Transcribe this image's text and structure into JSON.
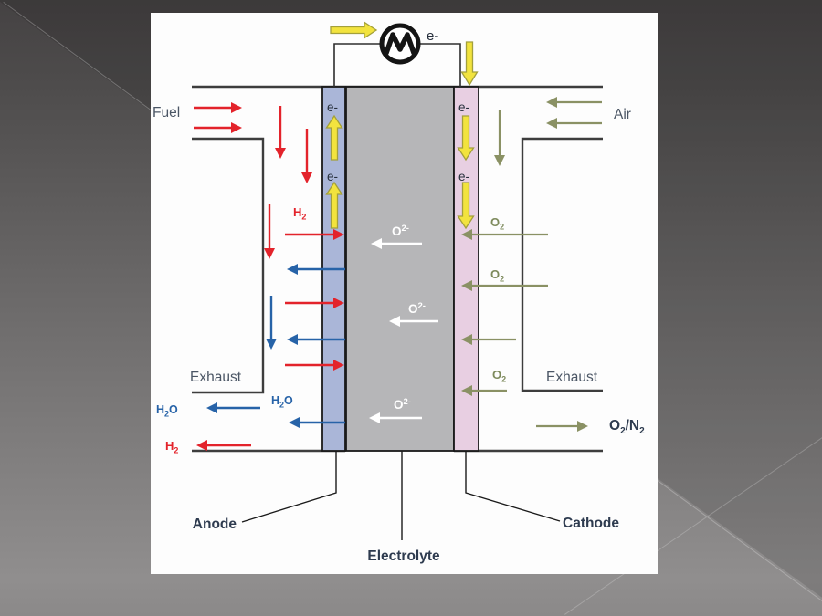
{
  "diagram": {
    "labels": {
      "fuel": "Fuel",
      "air": "Air",
      "exhaust": "Exhaust",
      "anode": "Anode",
      "cathode": "Cathode",
      "electrolyte": "Electrolyte",
      "electron": "e-",
      "h2": {
        "p1": "H",
        "p2": "2"
      },
      "h2o": {
        "p1": "H",
        "p2": "2",
        "p3": "O"
      },
      "o2": {
        "p1": "O",
        "p2": "2"
      },
      "o2n2": {
        "p1": "O",
        "p2": "2",
        "p3": "/N",
        "p4": "2"
      },
      "oxide": {
        "p1": "O",
        "p2": "2-"
      }
    },
    "colors": {
      "fuel_red": "#e3232b",
      "water_blue": "#2763a8",
      "electron_yellow": "#f2e33e",
      "air_olive": "#8a9164",
      "ion_white": "#ffffff",
      "anode_fill": "#aab6d8",
      "electrolyte_fill": "#b6b6b8",
      "cathode_fill": "#e8cfe2",
      "label_slate": "#4b5665",
      "label_dark": "#2e3b4f"
    }
  }
}
